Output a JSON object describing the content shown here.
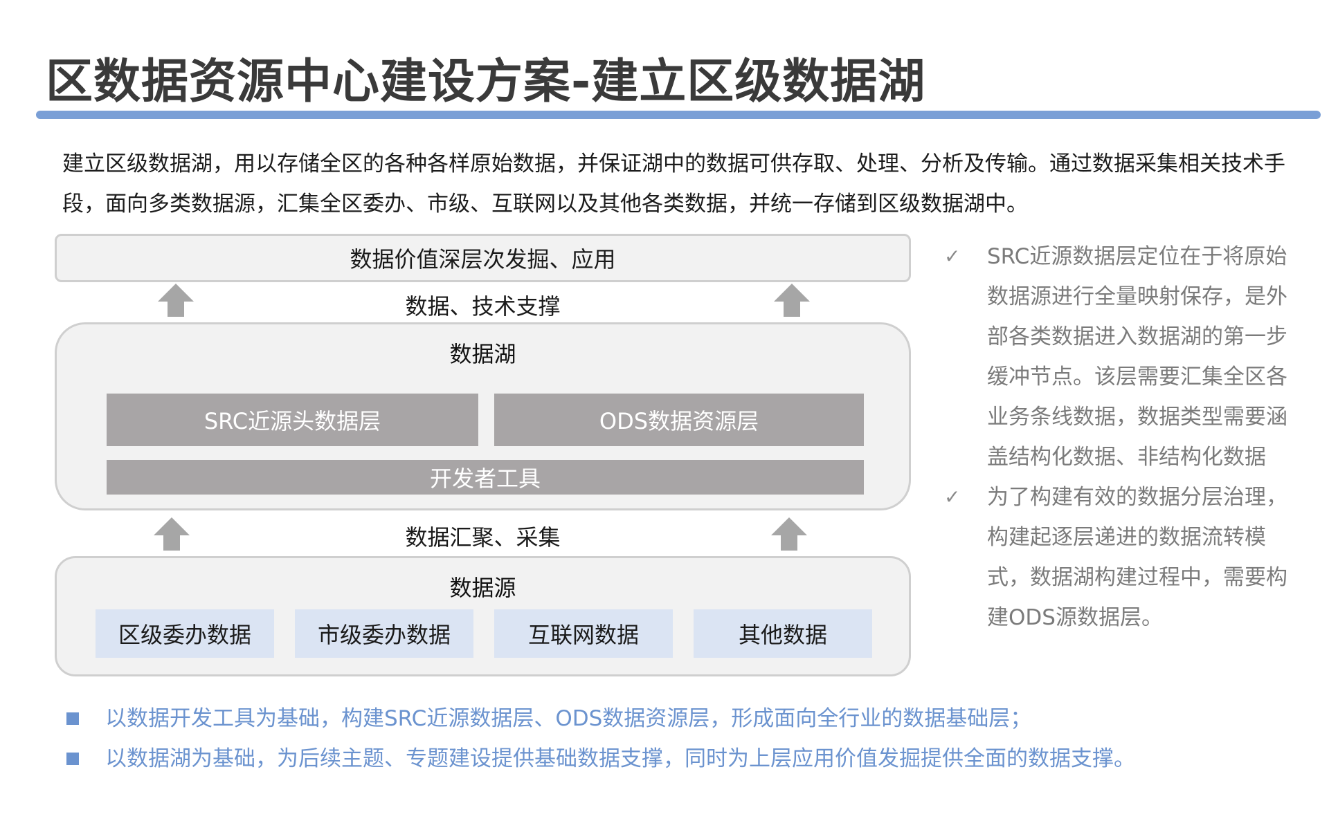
{
  "title": "区数据资源中心建设方案-建立区级数据湖",
  "intro": "建立区级数据湖，用以存储全区的各种各样原始数据，并保证湖中的数据可供存取、处理、分析及传输。通过数据采集相关技术手段，面向多类数据源，汇集全区委办、市级、互联网以及其他各类数据，并统一存储到区级数据湖中。",
  "diagram": {
    "top_box": "数据价值深层次发掘、应用",
    "support_label": "数据、技术支撑",
    "lake": {
      "title": "数据湖",
      "src_layer": "SRC近源头数据层",
      "ods_layer": "ODS数据资源层",
      "dev_tools": "开发者工具"
    },
    "collect_label": "数据汇聚、采集",
    "source": {
      "title": "数据源",
      "items": [
        "区级委办数据",
        "市级委办数据",
        "互联网数据",
        "其他数据"
      ]
    }
  },
  "side_notes": [
    {
      "icon": "check-icon",
      "mark": "✓",
      "text": "SRC近源数据层定位在于将原始数据源进行全量映射保存，是外部各类数据进入数据湖的第一步缓冲节点。该层需要汇集全区各业务条线数据，数据类型需要涵盖结构化数据、非结构化数据"
    },
    {
      "icon": "check-icon",
      "mark": "✓",
      "text": "为了构建有效的数据分层治理，构建起逐层递进的数据流转模式，数据湖构建过程中，需要构建ODS源数据层。"
    }
  ],
  "bullets": [
    "以数据开发工具为基础，构建SRC近源数据层、ODS数据资源层，形成面向全行业的数据基础层；",
    "以数据湖为基础，为后续主题、专题建设提供基础数据支撑，同时为上层应用价值发掘提供全面的数据支撑。"
  ],
  "colors": {
    "title_bar": "#7a9fd6",
    "layer_fill": "#a8a5a6",
    "source_item_fill": "#dbe4f3",
    "arrow_fill": "#a6a6a6",
    "bullet_text": "#6b93cf",
    "bullet_square": "#6b93cf"
  }
}
